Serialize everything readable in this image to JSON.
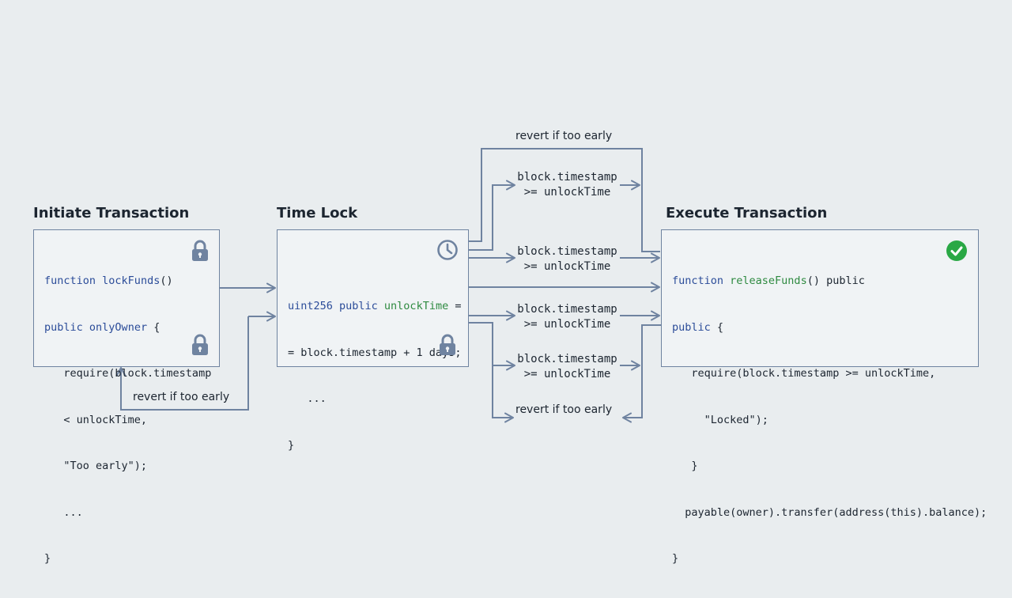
{
  "stages": {
    "initiate": {
      "title": "Initiate Transaction",
      "code": {
        "l1_kw": "function",
        "l1_fn": "lockFunds",
        "l1_rest": "()",
        "l2_kw": "public",
        "l2_fn": "onlyOwner",
        "l2_rest": " {",
        "l3": "   require(block.timestamp",
        "l4": "   < unlockTime,",
        "l5": "   \"Too early\");",
        "l6": "   ...",
        "l7": "}"
      },
      "icons": [
        "lock-icon",
        "lock-icon"
      ]
    },
    "timelock": {
      "title": "Time Lock",
      "code": {
        "l1_kw": "uint256 public",
        "l1_fn": " unlockTime",
        "l1_rest": " =",
        "l2": "= block.timestamp + 1 days;",
        "l3": "   ...",
        "l4": "}"
      },
      "icons": [
        "clock-icon",
        "lock-icon"
      ]
    },
    "execute": {
      "title": "Execute Transaction",
      "code": {
        "l1_kw": "function",
        "l1_fn": " releaseFunds",
        "l1_rest": "() public",
        "l2_kw": "public",
        "l2_rest": " {",
        "l3": "   require(block.timestamp >= unlockTime,",
        "l4": "     \"Locked\");",
        "l5": "   }",
        "l6": "  payable(owner).transfer(address(this).balance);",
        "l7": "}"
      },
      "icons": [
        "check-circle-icon"
      ]
    }
  },
  "conditions": [
    {
      "line1": "block.timestamp",
      "line2": ">= unlockTime"
    },
    {
      "line1": "block.timestamp",
      "line2": ">= unlockTime"
    },
    {
      "line1": "block.timestamp",
      "line2": ">= unlockTime"
    },
    {
      "line1": "block.timestamp",
      "line2": ">= unlockTime"
    }
  ],
  "revert_labels": {
    "top": "revert if too early",
    "bottom_right": "revert if too early",
    "bottom_left": "revert if too early"
  },
  "colors": {
    "arrow": "#6f83a0",
    "keyword": "#2b4c99",
    "function_name": "#2e8a40",
    "check_badge": "#2aa845",
    "icon": "#6f83a0"
  }
}
